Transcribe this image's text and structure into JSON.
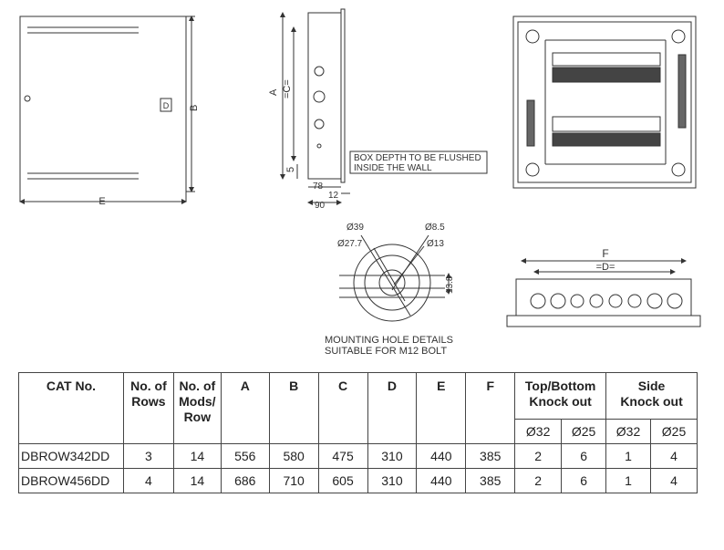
{
  "front_view": {
    "label_b": "B",
    "label_e": "E",
    "door_logo": "D"
  },
  "side_view": {
    "label_a": "A",
    "label_c": "=C=",
    "label_5": "5",
    "label_78": "78",
    "label_12": "12",
    "label_90": "90",
    "note": [
      "BOX DEPTH TO BE FLUSHED",
      "INSIDE THE WALL"
    ]
  },
  "mounting_hole": {
    "d39": "Ø39",
    "d85": "Ø8.5",
    "d277": "Ø27.7",
    "d13": "Ø13",
    "h138": "13.8",
    "caption": [
      "MOUNTING HOLE DETAILS",
      "SUITABLE FOR M12 BOLT"
    ]
  },
  "bottom_view": {
    "label_f": "F",
    "label_d": "=D="
  },
  "table": {
    "headers": {
      "cat": "CAT No.",
      "rows": [
        "No. of",
        "Rows"
      ],
      "mods": [
        "No. of",
        "Mods/",
        "Row"
      ],
      "a": "A",
      "b": "B",
      "c": "C",
      "d": "D",
      "e": "E",
      "f": "F",
      "topbottom": [
        "Top/Bottom",
        "Knock out"
      ],
      "side": [
        "Side",
        "Knock out"
      ],
      "d32": "Ø32",
      "d25": "Ø25"
    },
    "rows": [
      [
        "DBROW342DD",
        "3",
        "14",
        "556",
        "580",
        "475",
        "310",
        "440",
        "385",
        "2",
        "6",
        "1",
        "4"
      ],
      [
        "DBROW456DD",
        "4",
        "14",
        "686",
        "710",
        "605",
        "310",
        "440",
        "385",
        "2",
        "6",
        "1",
        "4"
      ]
    ]
  }
}
